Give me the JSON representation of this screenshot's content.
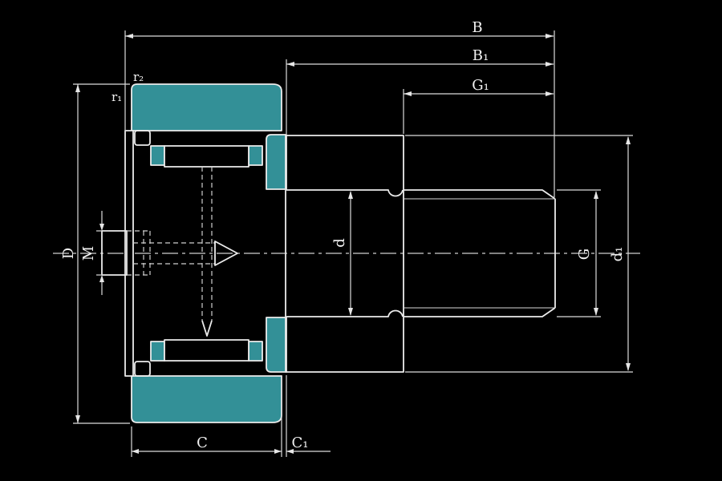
{
  "drawing": {
    "type": "engineering cross-section drawing",
    "subject": "stud-type track roller (cam follower) bearing with threaded stud",
    "colors": {
      "background": "#000000",
      "line": "#ebebeb",
      "fill_teal": "#339097"
    },
    "dimension_labels": {
      "B": "B",
      "B1": "B₁",
      "G1": "G₁",
      "C": "C",
      "C1": "C₁",
      "D": "D",
      "M": "M",
      "d": "d",
      "d1": "d₁",
      "G": "G",
      "r1": "r₁",
      "r2": "r₂"
    }
  }
}
